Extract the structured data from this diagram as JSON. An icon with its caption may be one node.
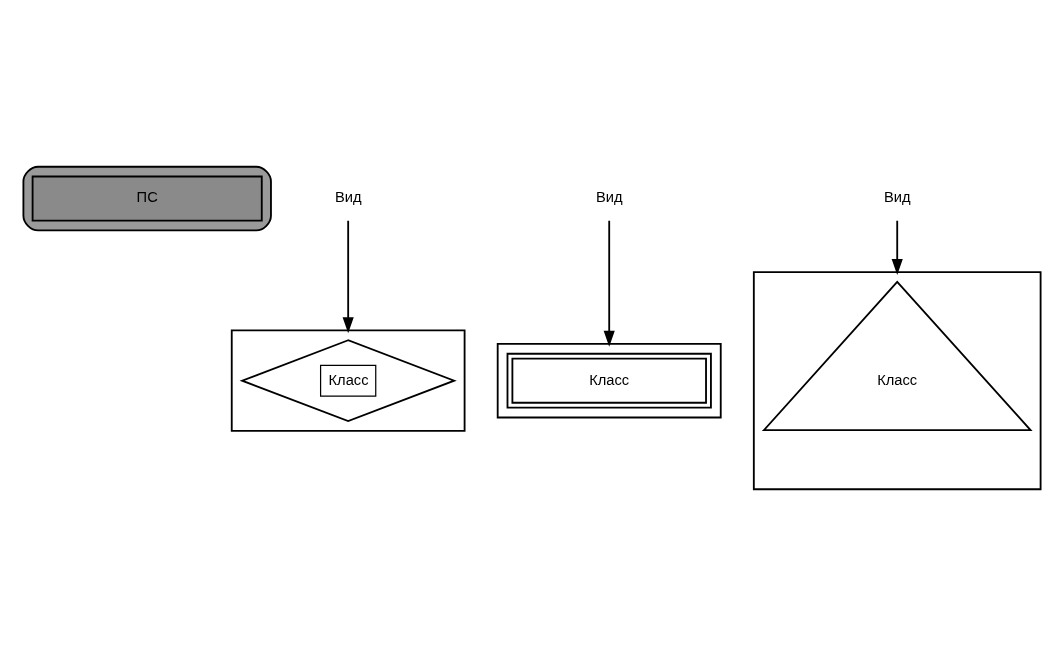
{
  "diagram": {
    "nodes": [
      {
        "text": [],
        "shape": "ellipse"
      },
      {
        "text": [
          "ПС"
        ],
        "in": 0
      },
      {
        "text": [],
        "shape": "box"
      },
      {
        "text": [
          "Класс"
        ],
        "in": 2
      },
      {
        "text": [],
        "shape": "box"
      },
      {
        "text": [
          "Класс"
        ],
        "in": 4
      },
      {
        "text": [],
        "shape": "box"
      },
      {
        "text": [
          "Класс"
        ],
        "in": 6
      },
      {
        "text": [
          "Вид"
        ]
      },
      {
        "text": [
          "Вид"
        ]
      },
      {
        "text": [
          "Вид"
        ]
      }
    ],
    "edges": [
      {
        "from": 9,
        "to": 4,
        "arrow": "to"
      },
      {
        "from": 8,
        "to": 6,
        "arrow": "to"
      },
      {
        "from": 10,
        "to": 2,
        "arrow": "to"
      }
    ]
  }
}
